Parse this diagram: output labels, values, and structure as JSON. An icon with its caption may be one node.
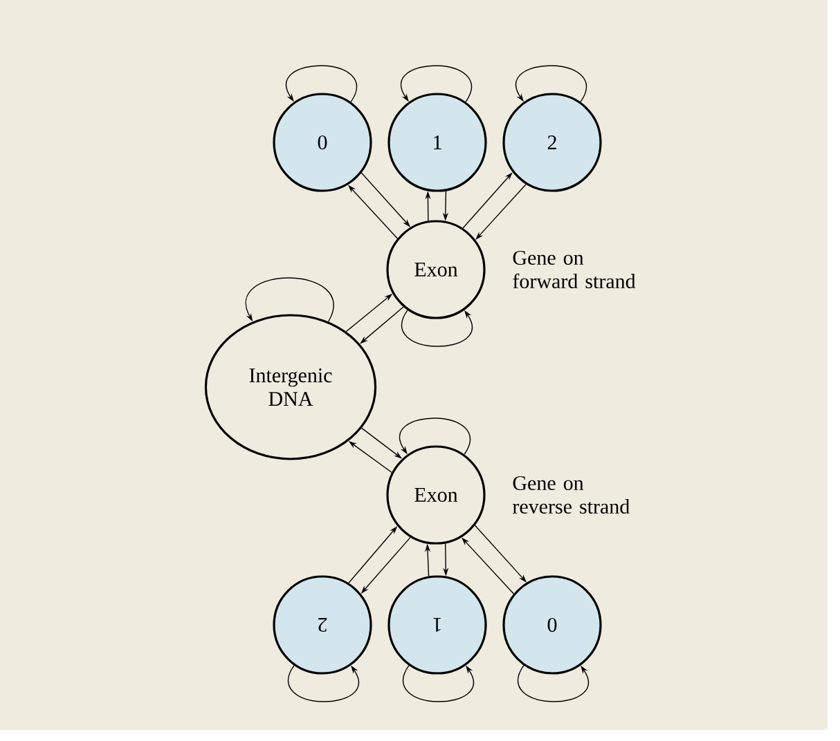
{
  "diagram": {
    "nodes": [
      {
        "text": [
          "0"
        ]
      },
      {
        "text": [
          "1"
        ]
      },
      {
        "text": [
          "2"
        ]
      },
      {
        "text": [
          "Exon"
        ],
        "beside": [
          "Gene on forward strand"
        ]
      },
      {
        "text": [
          "Intergenic DNA"
        ]
      },
      {
        "text": [
          "Exon"
        ],
        "beside": [
          "Gene on reverse strand"
        ]
      },
      {
        "text": [
          "2"
        ]
      },
      {
        "text": [
          "1"
        ]
      },
      {
        "text": [
          "0"
        ]
      }
    ],
    "edges": [
      {
        "from": 0,
        "to": 0,
        "arrow": "to"
      },
      {
        "from": 1,
        "to": 1,
        "arrow": "to"
      },
      {
        "from": 2,
        "to": 2,
        "arrow": "to"
      },
      {
        "from": 3,
        "to": 0,
        "arrow": "to"
      },
      {
        "from": 0,
        "to": 3,
        "arrow": "to"
      },
      {
        "from": 3,
        "to": 1,
        "arrow": "to"
      },
      {
        "from": 1,
        "to": 3,
        "arrow": "to"
      },
      {
        "from": 3,
        "to": 2,
        "arrow": "to"
      },
      {
        "from": 2,
        "to": 3,
        "arrow": "to"
      },
      {
        "from": 3,
        "to": 3,
        "arrow": "to"
      },
      {
        "from": 4,
        "to": 4,
        "arrow": "to"
      },
      {
        "from": 4,
        "to": 3,
        "arrow": "to"
      },
      {
        "from": 3,
        "to": 4,
        "arrow": "to"
      },
      {
        "from": 4,
        "to": 5,
        "arrow": "to"
      },
      {
        "from": 5,
        "to": 4,
        "arrow": "to"
      },
      {
        "from": 5,
        "to": 5,
        "arrow": "to"
      },
      {
        "from": 5,
        "to": 6,
        "arrow": "to"
      },
      {
        "from": 6,
        "to": 5,
        "arrow": "to"
      },
      {
        "from": 5,
        "to": 7,
        "arrow": "to"
      },
      {
        "from": 7,
        "to": 5,
        "arrow": "to"
      },
      {
        "from": 5,
        "to": 8,
        "arrow": "to"
      },
      {
        "from": 8,
        "to": 5,
        "arrow": "to"
      },
      {
        "from": 6,
        "to": 6,
        "arrow": "to"
      },
      {
        "from": 7,
        "to": 7,
        "arrow": "to"
      },
      {
        "from": 8,
        "to": 8,
        "arrow": "to"
      }
    ]
  }
}
